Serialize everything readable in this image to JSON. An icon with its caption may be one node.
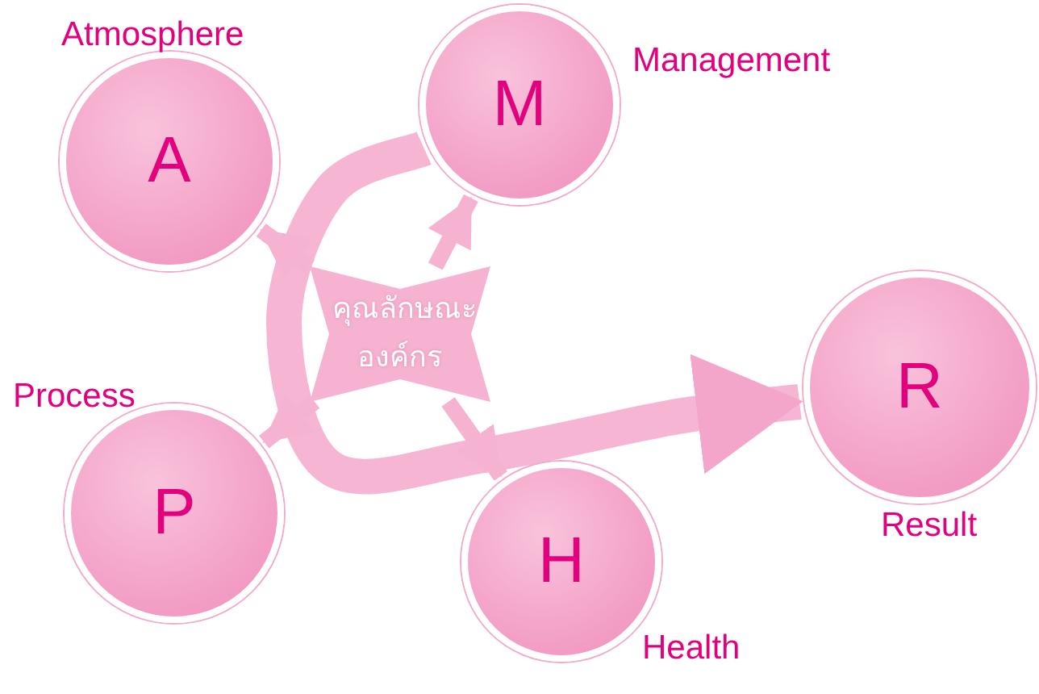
{
  "diagram": {
    "nodes": [
      {
        "text": [
          "A"
        ],
        "beside": [
          "Atmosphere"
        ]
      },
      {
        "text": [
          "M"
        ],
        "beside": [
          "Management"
        ]
      },
      {
        "text": [
          "คุณลักษณะองค์กร"
        ]
      },
      {
        "text": [
          "P"
        ],
        "beside": [
          "Process"
        ]
      },
      {
        "text": [
          "H"
        ],
        "beside": [
          "Health"
        ]
      },
      {
        "text": [
          "R"
        ],
        "beside": [
          "Result"
        ]
      }
    ],
    "edges": [
      {
        "from": 1,
        "to": 5,
        "arrow": "to",
        "style": "thick"
      },
      {
        "from": 2,
        "to": 0,
        "arrow": "to"
      },
      {
        "from": 2,
        "to": 1,
        "arrow": "to"
      },
      {
        "from": 2,
        "to": 3,
        "arrow": "to"
      },
      {
        "from": 2,
        "to": 4,
        "arrow": "to"
      }
    ]
  }
}
